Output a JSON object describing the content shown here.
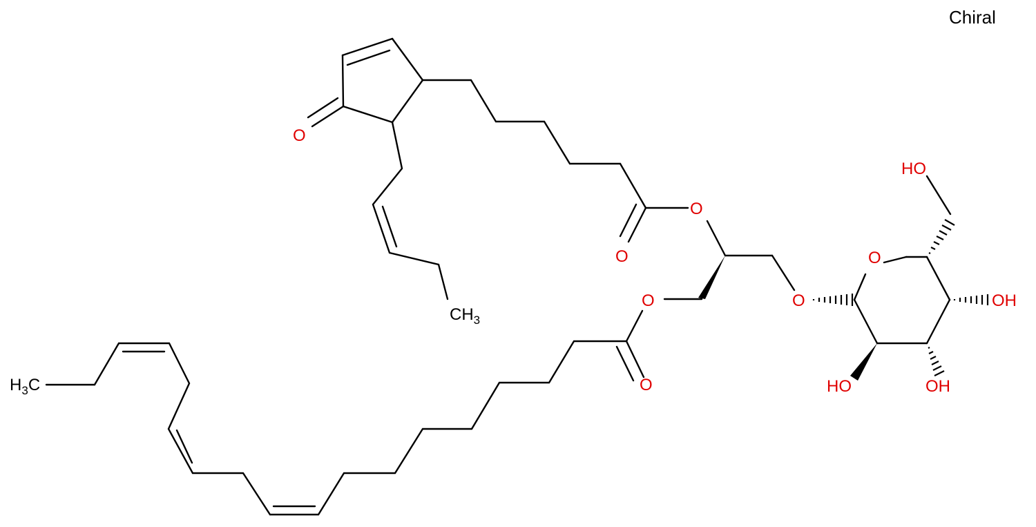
{
  "chiral_label": "Chiral",
  "atoms": {
    "ketone_o": "O",
    "ester1_o": "O",
    "ester1_carbonyl_o": "O",
    "ch3_top": "CH",
    "ch3_top_sub": "3",
    "ester2_o": "O",
    "ester2_carbonyl_o": "O",
    "glyco_o": "O",
    "ring_o": "O",
    "oh_ch2": "HO",
    "oh_c4": "OH",
    "oh_c3": "OH",
    "oh_c2": "HO",
    "ch3_left": "H",
    "ch3_left_sub": "3",
    "ch3_left_c": "C"
  }
}
